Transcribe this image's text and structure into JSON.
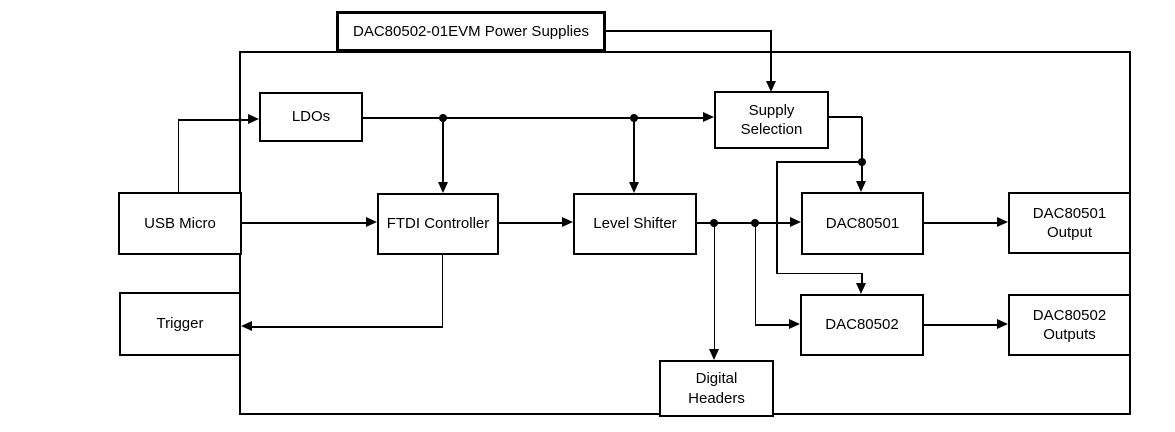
{
  "diagram": {
    "title": "DAC80502-01EVM Power Supplies",
    "colors": {
      "line": "#000000",
      "background": "#ffffff",
      "box_fill": "#ffffff",
      "text": "#000000"
    },
    "nodes": {
      "power_supplies": {
        "label": "DAC80502-01EVM Power Supplies"
      },
      "ldos": {
        "label": "LDOs"
      },
      "usb_micro": {
        "label": "USB Micro"
      },
      "ftdi": {
        "label": "FTDI Controller"
      },
      "level_shifter": {
        "label": "Level Shifter"
      },
      "supply_selection": {
        "label": "Supply\nSelection"
      },
      "dac80501": {
        "label": "DAC80501"
      },
      "dac80501_output": {
        "label": "DAC80501\nOutput"
      },
      "trigger": {
        "label": "Trigger"
      },
      "dac80502": {
        "label": "DAC80502"
      },
      "dac80502_outputs": {
        "label": "DAC80502\nOutputs"
      },
      "digital_headers": {
        "label": "Digital\nHeaders"
      }
    },
    "connections": [
      {
        "from": "power_supplies",
        "to": "supply_selection"
      },
      {
        "from": "usb_micro",
        "to": "ldos"
      },
      {
        "from": "ldos",
        "to": "ftdi"
      },
      {
        "from": "ldos",
        "to": "level_shifter"
      },
      {
        "from": "ldos",
        "to": "supply_selection"
      },
      {
        "from": "usb_micro",
        "to": "ftdi"
      },
      {
        "from": "ftdi",
        "to": "level_shifter"
      },
      {
        "from": "level_shifter",
        "to": "dac80501"
      },
      {
        "from": "level_shifter",
        "to": "digital_headers"
      },
      {
        "from": "level_shifter",
        "to": "dac80502"
      },
      {
        "from": "supply_selection",
        "to": "dac80501"
      },
      {
        "from": "supply_selection",
        "to": "dac80502"
      },
      {
        "from": "dac80501",
        "to": "dac80501_output"
      },
      {
        "from": "dac80502",
        "to": "dac80502_outputs"
      },
      {
        "from": "ftdi",
        "to": "trigger"
      }
    ]
  }
}
